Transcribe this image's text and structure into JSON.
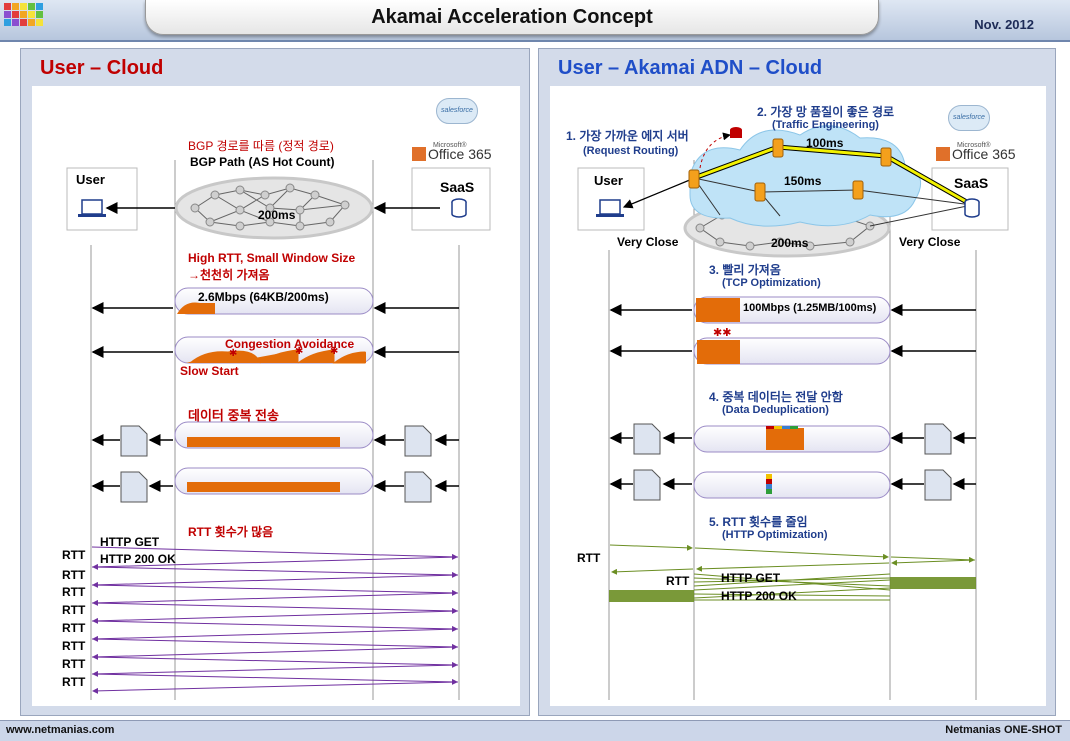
{
  "header": {
    "title": "Akamai Acceleration Concept",
    "date": "Nov. 2012"
  },
  "footer": {
    "left": "www.netmanias.com",
    "right": "Netmanias ONE-SHOT"
  },
  "colors": {
    "accent_red": "#c00000",
    "accent_blue": "#1f3d8c",
    "orange": "#e36c09",
    "path_yellow": "#f2f200",
    "arrow_green": "#6b8e23",
    "arrow_purple": "#7030a0"
  },
  "left": {
    "title": "User – Cloud",
    "bgp_path_kr": "BGP 경로를 따름 (정적 경로)",
    "bgp_path_en": "BGP Path (AS Hot Count)",
    "user_label": "User",
    "saas_label": "SaaS",
    "office_label": "Office 365",
    "office_small": "Microsoft®",
    "salesforce": "salesforce",
    "latency": "200ms",
    "high_rtt": "High RTT, Small Window Size",
    "slow_fetch": "→천천히 가져옴",
    "throughput": "2.6Mbps (64KB/200ms)",
    "congestion": "Congestion Avoidance",
    "slow_start": "Slow Start",
    "dup_data": "데이터 중복 전송",
    "rtt_many": "RTT 횟수가 많음",
    "http_get": "HTTP GET",
    "http_ok": "HTTP 200 OK",
    "rtt_labels": [
      "RTT",
      "RTT",
      "RTT",
      "RTT",
      "RTT",
      "RTT",
      "RTT",
      "RTT"
    ]
  },
  "right": {
    "title": "User – Akamai ADN – Cloud",
    "step1_kr": "1. 가장 가까운 에지 서버",
    "step1_en": "(Request Routing)",
    "step2_kr": "2. 가장 망 품질이 좋은 경로",
    "step2_en": "(Traffic Engineering)",
    "latency_top": "100ms",
    "latency_mid": "150ms",
    "latency_bottom": "200ms",
    "user_label": "User",
    "saas_label": "SaaS",
    "office_label": "Office 365",
    "office_small": "Microsoft®",
    "salesforce": "salesforce",
    "very_close_left": "Very Close",
    "very_close_right": "Very Close",
    "step3_kr": "3. 빨리 가져옴",
    "step3_en": "(TCP Optimization)",
    "throughput": "100Mbps (1.25MB/100ms)",
    "step4_kr": "4. 중복 데이터는 전달 안함",
    "step4_en": "(Data Deduplication)",
    "step5_kr": "5. RTT 횟수를 줄임",
    "step5_en": "(HTTP Optimization)",
    "rtt_1": "RTT",
    "rtt_2": "RTT",
    "http_get": "HTTP GET",
    "http_ok": "HTTP 200 OK"
  }
}
